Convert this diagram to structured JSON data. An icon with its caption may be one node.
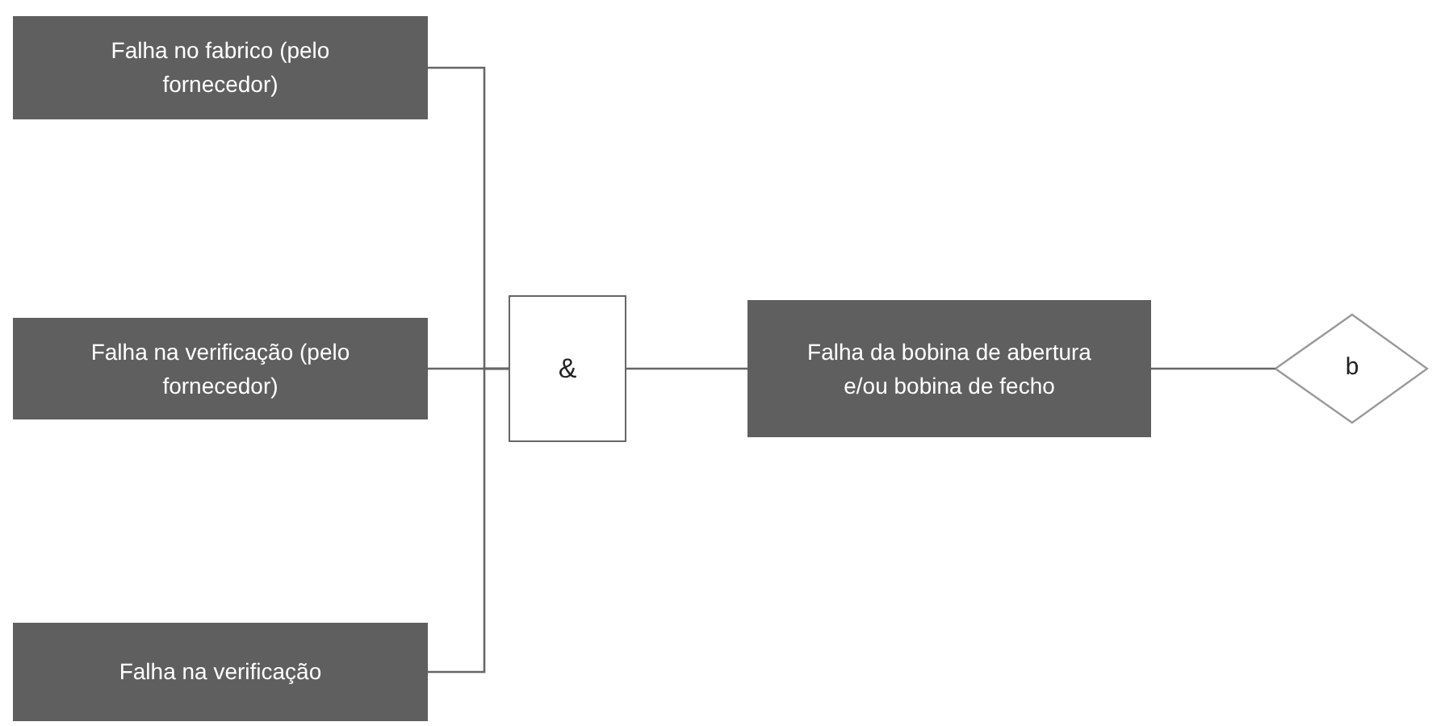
{
  "diagram": {
    "nodes": [
      {
        "text": [
          "Falha no fabrico (pelo fornecedor)"
        ]
      },
      {
        "text": [
          "Falha na verificação (pelo fornecedor)"
        ]
      },
      {
        "text": [
          "Falha na verificação"
        ]
      },
      {
        "text": [
          "&"
        ]
      },
      {
        "text": [
          "Falha da bobina de abertura e/ou bobina de fecho"
        ]
      },
      {
        "text": [
          "b"
        ]
      }
    ],
    "edges": [
      {
        "from": 0,
        "to": 3,
        "arrow": "none"
      },
      {
        "from": 1,
        "to": 3,
        "arrow": "none"
      },
      {
        "from": 2,
        "to": 3,
        "arrow": "none"
      },
      {
        "from": 3,
        "to": 4,
        "arrow": "none"
      },
      {
        "from": 4,
        "to": 5,
        "arrow": "none"
      }
    ]
  }
}
